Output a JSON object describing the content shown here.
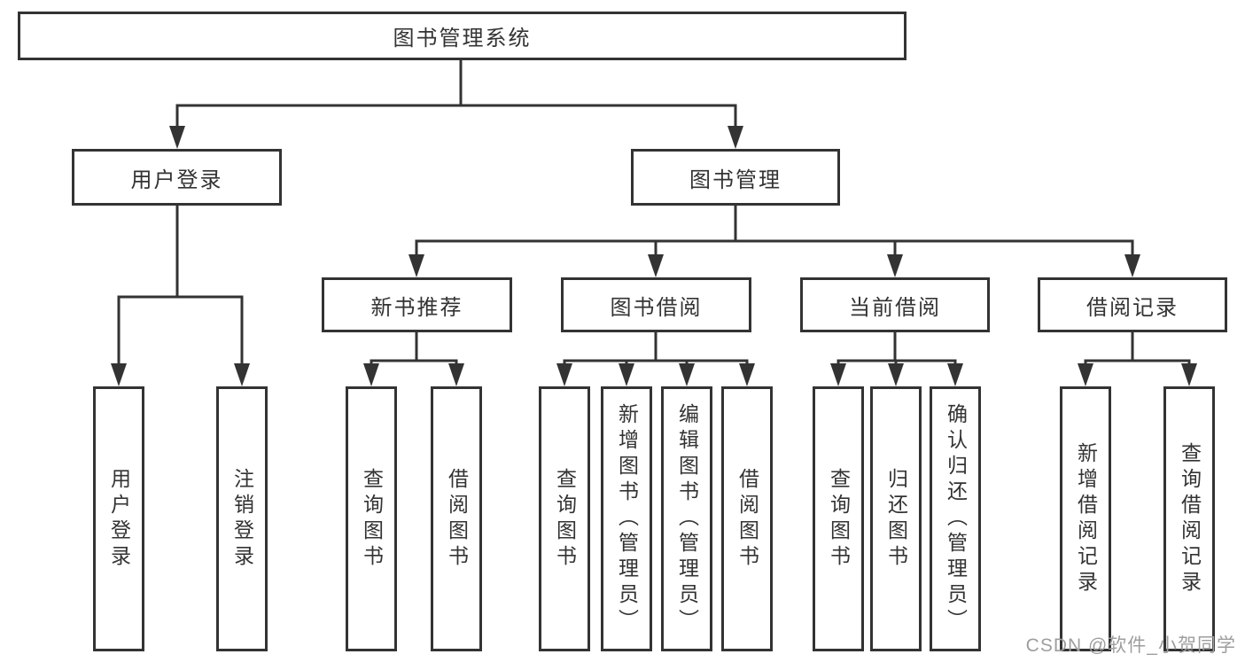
{
  "tree": {
    "root": {
      "label": "图书管理系统",
      "children": [
        {
          "label": "用户登录",
          "children": [
            {
              "label": "用户登录"
            },
            {
              "label": "注销登录"
            }
          ]
        },
        {
          "label": "图书管理",
          "children": [
            {
              "label": "新书推荐",
              "children": [
                {
                  "label": "查询图书"
                },
                {
                  "label": "借阅图书"
                }
              ]
            },
            {
              "label": "图书借阅",
              "children": [
                {
                  "label": "查询图书"
                },
                {
                  "label": "新增图书（管理员）"
                },
                {
                  "label": "编辑图书（管理员）"
                },
                {
                  "label": "借阅图书"
                }
              ]
            },
            {
              "label": "当前借阅",
              "children": [
                {
                  "label": "查询图书"
                },
                {
                  "label": "归还图书"
                },
                {
                  "label": "确认归还（管理员）"
                }
              ]
            },
            {
              "label": "借阅记录",
              "children": [
                {
                  "label": "新增借阅记录"
                },
                {
                  "label": "查询借阅记录"
                }
              ]
            }
          ]
        }
      ]
    }
  },
  "watermark": "CSDN @软件_小贺同学",
  "colors": {
    "line": "#333333",
    "box_border": "#333333",
    "text": "#333333",
    "watermark": "#9e9e9e",
    "background": "#ffffff"
  }
}
